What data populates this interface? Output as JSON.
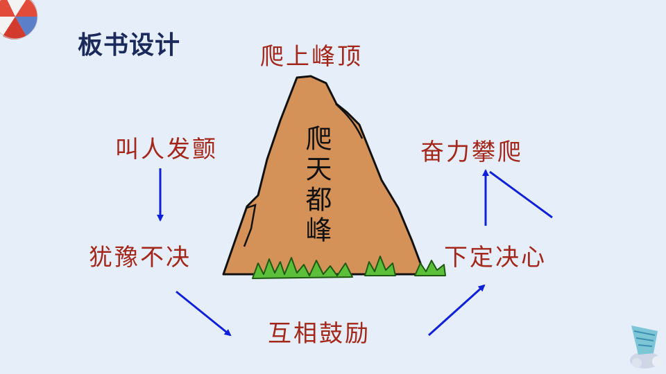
{
  "title": "板书设计",
  "mountain": {
    "name": "爬天都峰"
  },
  "nodes": {
    "summit": "爬上峰顶",
    "fear": "叫人发颤",
    "hesitate": "犹豫不决",
    "encourage": "互相鼓励",
    "decide": "下定决心",
    "climb": "奋力攀爬"
  },
  "colors": {
    "background": "#e6eef9",
    "title": "#1b2a5a",
    "label": "#a3271a",
    "arrow": "#1020d8",
    "mountain": "#d49158",
    "grass": "#5bbf3a"
  },
  "icons": [
    "beach-ball-icon",
    "seashell-icon"
  ]
}
